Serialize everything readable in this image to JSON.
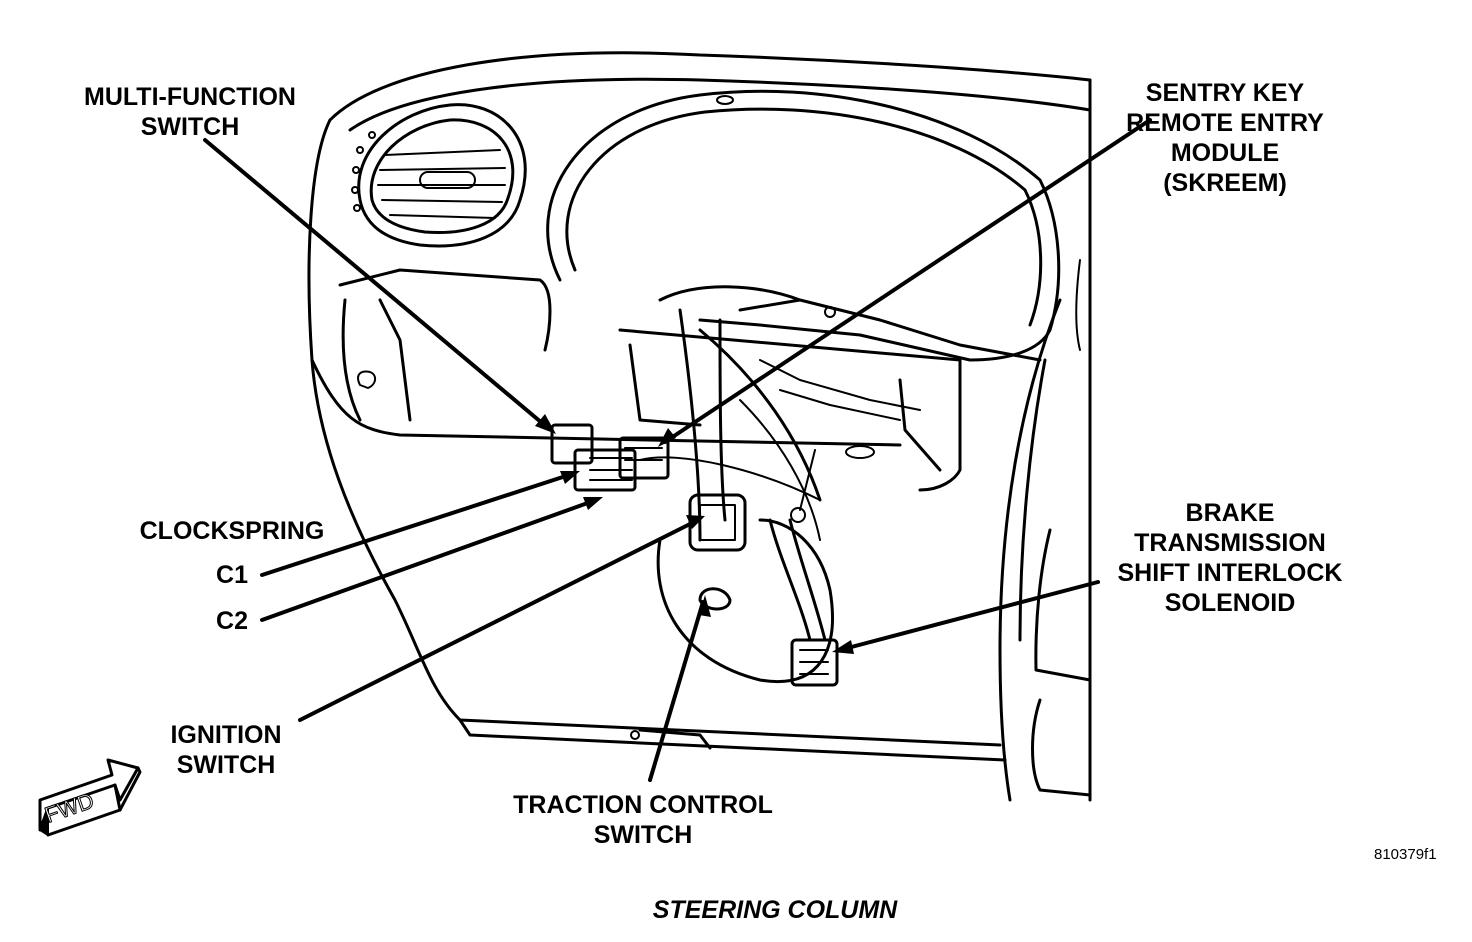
{
  "labels": {
    "multi_function_switch": [
      "MULTI-FUNCTION",
      "SWITCH"
    ],
    "skreem": [
      "SENTRY KEY",
      "REMOTE ENTRY",
      "MODULE",
      "(SKREEM)"
    ],
    "clockspring": [
      "CLOCKSPRING"
    ],
    "c1": [
      "C1"
    ],
    "c2": [
      "C2"
    ],
    "brake_interlock": [
      "BRAKE",
      "TRANSMISSION",
      "SHIFT INTERLOCK",
      "SOLENOID"
    ],
    "ignition_switch": [
      "IGNITION",
      "SWITCH"
    ],
    "traction_control_switch": [
      "TRACTION CONTROL",
      "SWITCH"
    ]
  },
  "fwd_label": "FWD",
  "figure_ref": "810379f1",
  "caption": "STEERING COLUMN",
  "colors": {
    "ink": "#000000",
    "paper": "#ffffff"
  }
}
